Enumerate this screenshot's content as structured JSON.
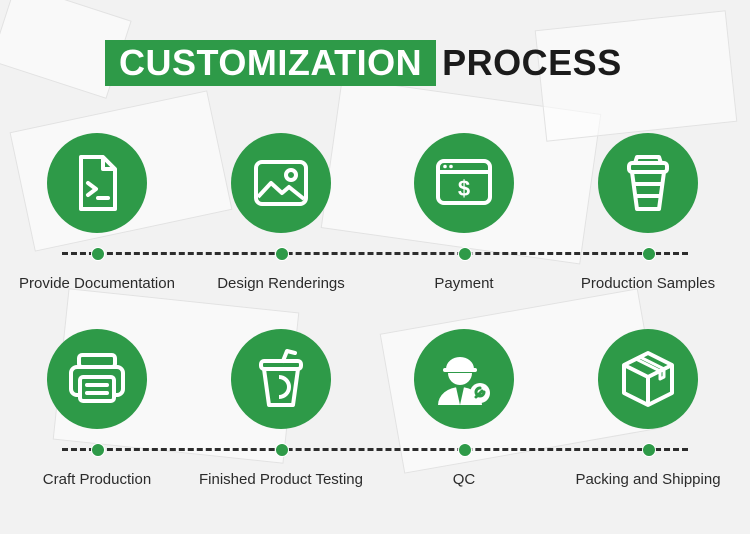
{
  "header": {
    "title_highlight": "CUSTOMIZATION",
    "title_rest": "PROCESS"
  },
  "colors": {
    "accent": "#2e9a48",
    "text": "#2b2b2b",
    "line": "#2d2d2d"
  },
  "steps": [
    {
      "label": "Provide Documentation",
      "icon": "document-terminal-icon"
    },
    {
      "label": "Design Renderings",
      "icon": "image-icon"
    },
    {
      "label": "Payment",
      "icon": "payment-window-icon"
    },
    {
      "label": "Production Samples",
      "icon": "cup-icon"
    },
    {
      "label": "Craft Production",
      "icon": "printer-icon"
    },
    {
      "label": "Finished Product Testing",
      "icon": "cup-with-straw-icon"
    },
    {
      "label": "QC",
      "icon": "worker-inspector-icon"
    },
    {
      "label": "Packing and Shipping",
      "icon": "package-box-icon"
    }
  ]
}
